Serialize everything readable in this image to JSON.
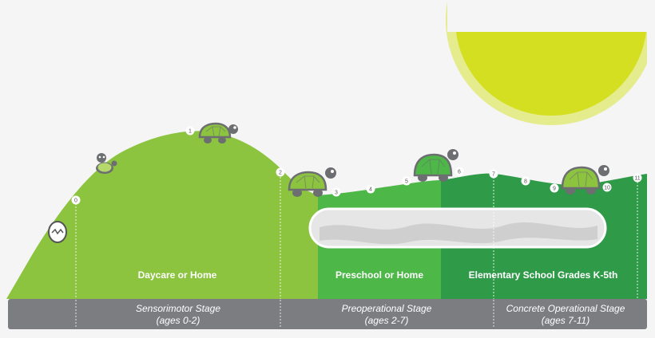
{
  "settings": [
    {
      "label": "Daycare or Home"
    },
    {
      "label": "Preschool or Home"
    },
    {
      "label": "Elementary School Grades K-5th"
    }
  ],
  "stages": [
    {
      "name": "Sensorimotor Stage",
      "ages": "(ages 0-2)"
    },
    {
      "name": "Preoperational Stage",
      "ages": "(ages 2-7)"
    },
    {
      "name": "Concrete Operational Stage",
      "ages": "(ages 7-11)"
    }
  ],
  "age_markers": [
    "0",
    "1",
    "2",
    "3",
    "4",
    "5",
    "6",
    "7",
    "8",
    "9",
    "10",
    "11"
  ],
  "colors": {
    "hill_light": "#8cc43f",
    "hill_mid": "#4db748",
    "hill_dark": "#2f9a48",
    "sun": "#d4df22",
    "sun_ring": "#e5ec8e",
    "stage_bar": "#7c7d80",
    "turtle_shell": "#8cc43f",
    "turtle_body": "#6d6e71"
  },
  "icons": [
    "egg-icon",
    "hatchling-turtle-icon",
    "turtle-icon",
    "cloud-icon",
    "sun-icon"
  ]
}
